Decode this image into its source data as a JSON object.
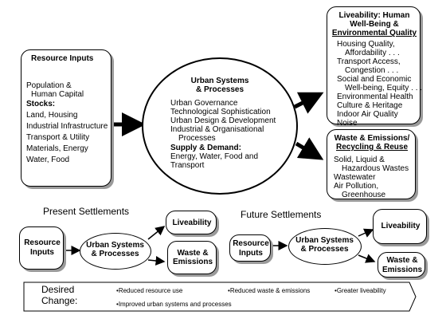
{
  "resource_inputs": {
    "title": "Resource Inputs",
    "population": "Population &",
    "population_2": "Human Capital",
    "stocks_label": "Stocks:",
    "items": [
      "Land, Housing",
      "Industrial Infrastructure",
      "Transport & Utility",
      "Materials, Energy",
      "Water, Food"
    ]
  },
  "urban_systems": {
    "title_1": "Urban Systems",
    "title_2": "& Processes",
    "items": [
      "Urban Governance",
      "Technological Sophistication",
      "Urban Design & Development",
      "Industrial & Organisational"
    ],
    "items_cont": "Processes",
    "supply_label": "Supply & Demand:",
    "supply_1": "Energy, Water, Food and",
    "supply_2": "Transport"
  },
  "liveability": {
    "title_1": "Liveability: Human",
    "title_2": "Well-Being &",
    "title_3": "Environmental Quality",
    "lines": [
      {
        "text": "Housing Quality,",
        "indent": false
      },
      {
        "text": "Affordability . . .",
        "indent": true
      },
      {
        "text": "Transport Access,",
        "indent": false
      },
      {
        "text": "Congestion . . .",
        "indent": true
      },
      {
        "text": "Social and Economic",
        "indent": false
      },
      {
        "text": "Well-being, Equity . . .",
        "indent": true
      },
      {
        "text": "Environmental Health",
        "indent": false
      },
      {
        "text": "Culture & Heritage",
        "indent": false
      },
      {
        "text": "Indoor Air Quality",
        "indent": false
      },
      {
        "text": "Noise",
        "indent": false
      }
    ]
  },
  "waste": {
    "title_1": "Waste & Emissions/",
    "title_2": "Recycling & Reuse",
    "lines": [
      {
        "text": "Solid, Liquid &",
        "indent": false
      },
      {
        "text": "Hazardous Wastes",
        "indent": true
      },
      {
        "text": "Wastewater",
        "indent": false
      },
      {
        "text": "Air Pollution,",
        "indent": false
      },
      {
        "text": "Greenhouse",
        "indent": true
      }
    ]
  },
  "present": {
    "heading": "Present Settlements",
    "inputs_1": "Resource",
    "inputs_2": "Inputs",
    "systems_1": "Urban Systems",
    "systems_2": "& Processes",
    "liveability": "Liveability",
    "waste_1": "Waste &",
    "waste_2": "Emissions"
  },
  "future": {
    "heading": "Future Settlements",
    "inputs_1": "Resource",
    "inputs_2": "Inputs",
    "systems_1": "Urban Systems",
    "systems_2": "& Processes",
    "liveability": "Liveability",
    "waste_1": "Waste &",
    "waste_2": "Emissions"
  },
  "desired": {
    "label_1": "Desired",
    "label_2": "Change:",
    "items": [
      "Reduced resource use",
      "Reduced waste & emissions",
      "Greater liveability",
      "Improved urban systems and processes"
    ]
  }
}
